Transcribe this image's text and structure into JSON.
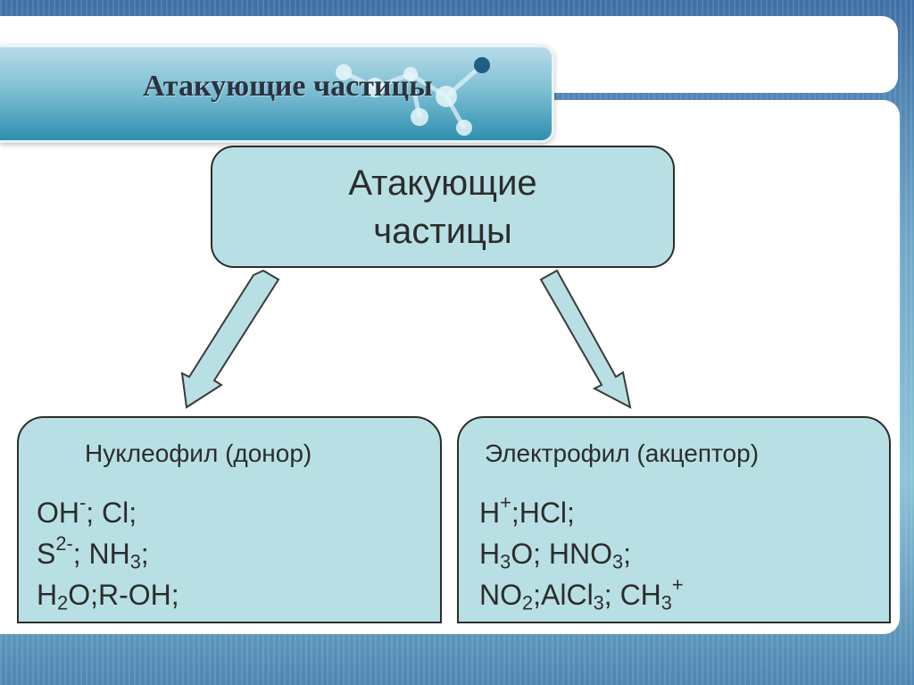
{
  "slide_title": "Атакующие частицы",
  "center_box": {
    "line1": "Атакующие",
    "line2": "частицы"
  },
  "left_box": {
    "heading": "Нуклеофил (донор)",
    "row1": {
      "a": "OH",
      "a_sup": "-",
      "b": "; ",
      "c": "Cl;"
    },
    "row2": {
      "a": "S",
      "a_sup": "2-",
      "b": "; NH",
      "b_sub": "3",
      "c": ";"
    },
    "row3": {
      "a": "H",
      "a_sub": "2",
      "b": "O;R-OH;"
    }
  },
  "right_box": {
    "heading": "Электрофил (акцептор)",
    "row1": {
      "a": "H",
      "a_sup": "+",
      "b": ";HCl;"
    },
    "row2": {
      "a": "H",
      "a_sub": "3",
      "b": "O; HNO",
      "b_sub": "3",
      "c": ";"
    },
    "row3": {
      "a": "NO",
      "a_sub": "2",
      "b": ";AlCl",
      "b_sub": "3",
      "c": "; CH",
      "c_sub": "3",
      "c_sup": "+"
    }
  },
  "colors": {
    "box_fill": "#b8e0e4",
    "arrow_fill": "#b8e0e4",
    "border": "#2d2d2d"
  }
}
